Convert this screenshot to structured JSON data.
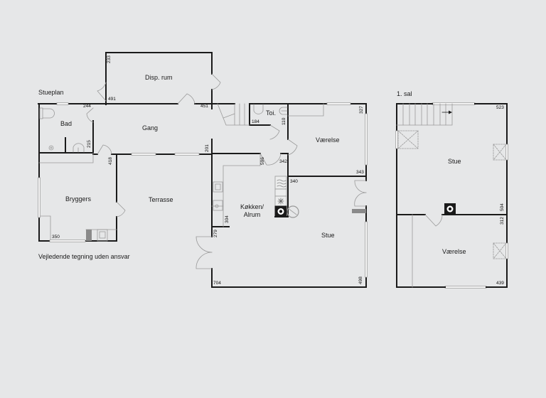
{
  "plan": {
    "ground_floor_title": "Stueplan",
    "upper_floor_title": "1. sal",
    "disclaimer": "Vejledende tegning uden ansvar"
  },
  "ground_floor": {
    "rooms": {
      "disp_rum": "Disp. rum",
      "bad": "Bad",
      "gang": "Gang",
      "toilet": "Toi.",
      "vaerelse": "Værelse",
      "bryggers": "Bryggers",
      "terrasse": "Terrasse",
      "koekken_line1": "Køkken/",
      "koekken_line2": "Alrum",
      "stue": "Stue"
    },
    "dimensions": {
      "d233": "233",
      "d491": "491",
      "d244": "244",
      "d451": "451",
      "d215": "215",
      "d201": "201",
      "d418": "418",
      "d184": "184",
      "d110": "110",
      "d327": "327",
      "d596": "596",
      "d342": "342",
      "d343": "343",
      "d340": "340",
      "d350": "350",
      "d304": "304",
      "d279": "279",
      "d704": "704",
      "d498": "498"
    }
  },
  "upper_floor": {
    "rooms": {
      "stue": "Stue",
      "vaerelse": "Værelse"
    },
    "dimensions": {
      "d523": "523",
      "d504": "504",
      "d312": "312",
      "d439": "439"
    }
  },
  "colors": {
    "background": "#e6e7e8",
    "wall": "#1a1a1a",
    "thin_line": "#9a9a9a",
    "window": "#f4f4f4",
    "appliance_gray": "#8a8a8a"
  }
}
